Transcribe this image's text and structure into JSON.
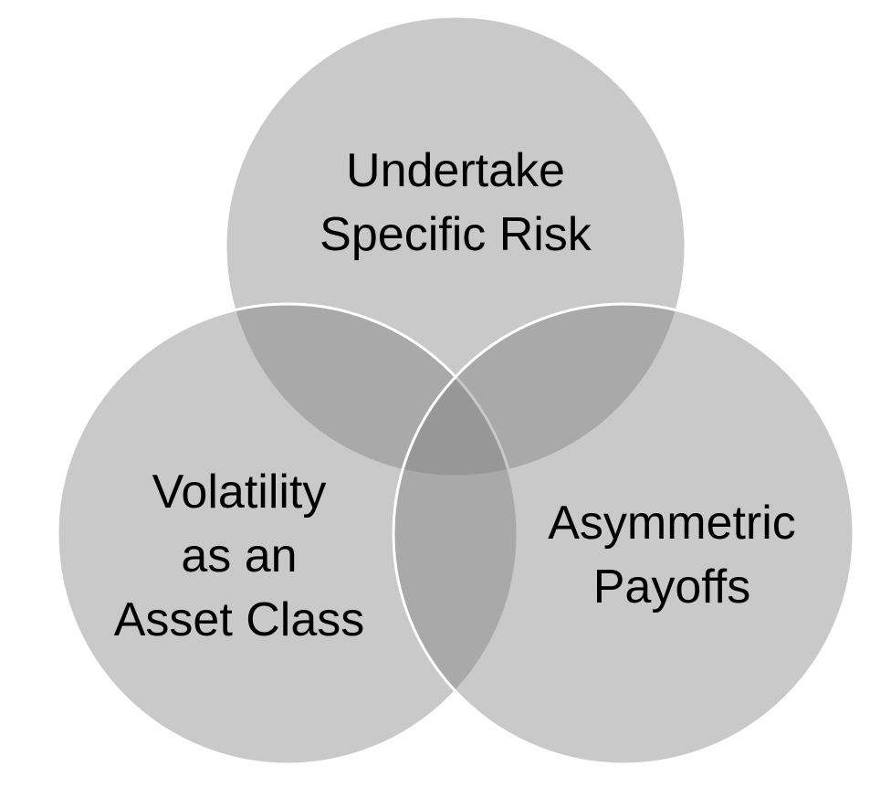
{
  "diagram": {
    "type": "venn-3",
    "colors": {
      "background": "#ffffff",
      "circle_fill": "#7f7f7f",
      "circle_stroke": "#ffffff",
      "text": "#000000"
    },
    "circles": [
      {
        "id": "top",
        "lines": [
          "Undertake",
          "Specific Risk"
        ]
      },
      {
        "id": "left",
        "lines": [
          "Volatility",
          "as an",
          "Asset Class"
        ]
      },
      {
        "id": "right",
        "lines": [
          "Asymmetric",
          "Payoffs"
        ]
      }
    ]
  }
}
